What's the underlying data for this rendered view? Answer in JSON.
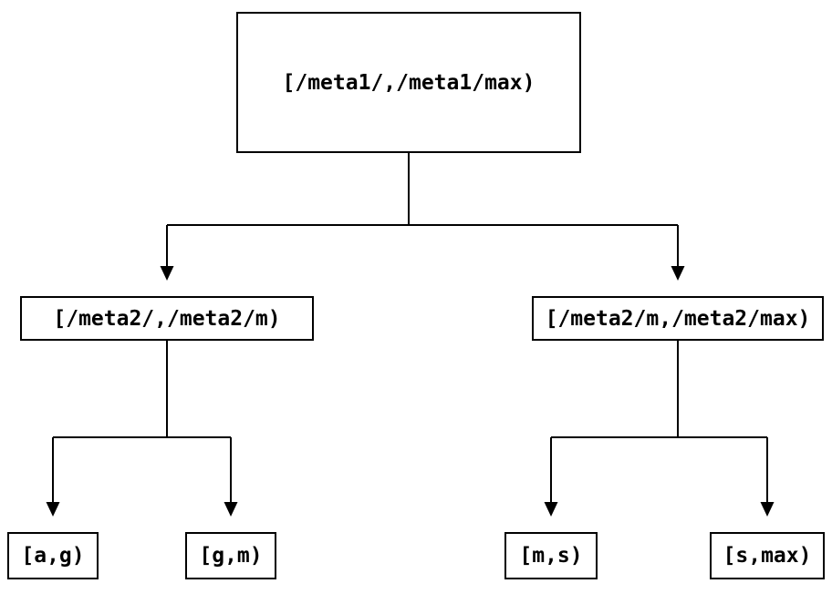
{
  "diagram": {
    "colors": {
      "background": "#ffffff",
      "line": "#000000",
      "box_border": "#000000",
      "text": "#000000"
    },
    "nodes": {
      "root": {
        "label": "[/meta1/,/meta1/max)"
      },
      "left": {
        "label": "[/meta2/,/meta2/m)"
      },
      "right": {
        "label": "[/meta2/m,/meta2/max)"
      },
      "leaf_ag": {
        "label": "[a,g)"
      },
      "leaf_gm": {
        "label": "[g,m)"
      },
      "leaf_ms": {
        "label": "[m,s)"
      },
      "leaf_smax": {
        "label": "[s,max)"
      }
    },
    "edges": [
      {
        "from": "root",
        "to": "left"
      },
      {
        "from": "root",
        "to": "right"
      },
      {
        "from": "left",
        "to": "leaf_ag"
      },
      {
        "from": "left",
        "to": "leaf_gm"
      },
      {
        "from": "right",
        "to": "leaf_ms"
      },
      {
        "from": "right",
        "to": "leaf_smax"
      }
    ]
  }
}
